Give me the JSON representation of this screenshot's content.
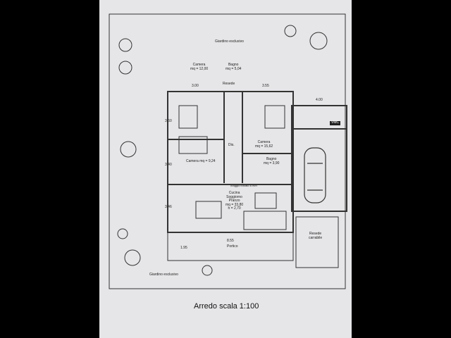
{
  "plan": {
    "garden_top": "Giardino esclusivo",
    "garden_bottom": "Giardino esclusivo",
    "rooms": {
      "camera1": {
        "name": "Camera",
        "area": "mq = 12,00"
      },
      "bagno1": {
        "name": "Bagno",
        "area": "mq = 5,04"
      },
      "resede": "Resede",
      "dis": "Dis.",
      "camera2": {
        "name": "Camera",
        "area": "mq = 15,62"
      },
      "camera3": {
        "name": "Camera",
        "area": "mq = 9,24"
      },
      "bagno2": {
        "name": "Bagno",
        "area": "mq = 3,90"
      },
      "tiraggio": "Tiraggio forzato 6 m/h",
      "living": {
        "name1": "Cucina",
        "name2": "Soggiorno",
        "name3": "Pranzo",
        "area": "mq = 33,80",
        "height": "h = 2,70"
      },
      "portico": "Portico",
      "resede_carrabile": {
        "line1": "Resede",
        "line2": "carrabile"
      },
      "vmc": "VMC"
    },
    "dimensions": {
      "d1": "3.00",
      "d2": "3.55",
      "d3": "3.60",
      "d4": "3.40",
      "d5": "3.46",
      "d6": "8.55",
      "d7": "1.95",
      "d8": "4.00"
    },
    "caption": "Arredo scala 1:100"
  }
}
